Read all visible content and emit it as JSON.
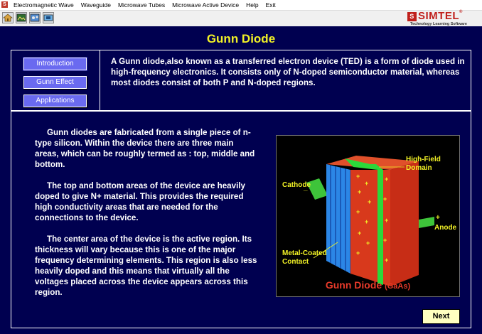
{
  "window": {
    "menu": [
      "Electromagnetic Wave",
      "Waveguide",
      "Microwave Tubes",
      "Microwave Active Device",
      "Help",
      "Exit"
    ]
  },
  "toolbar": {
    "icons": [
      "home-icon",
      "image-icon",
      "map-icon",
      "component-icon"
    ]
  },
  "brand": {
    "name": "SIMTEL",
    "registered": "®",
    "tagline": "Technology Learning Software",
    "color": "#c0201c"
  },
  "page": {
    "title": "Gunn Diode"
  },
  "nav": {
    "items": [
      "Introduction",
      "Gunn Effect",
      "Applications"
    ],
    "active": "Introduction"
  },
  "intro": {
    "text": "A Gunn diode,also known as a transferred electron device (TED) is a form of diode used in high-frequency electronics. It consists only of N-doped semiconductor material, whereas most diodes consist of both P and N-doped regions."
  },
  "body": {
    "paragraphs": [
      "Gunn diodes are fabricated from a single piece of n-type silicon. Within the device there are three main areas, which can be roughly termed as : top, middle and bottom.",
      "The top and bottom areas of the device are heavily doped to give N+ material. This provides the required high conductivity areas that are needed for the connections to the device.",
      "The center area of the device is the active region. Its thickness will vary because this is one of the major frequency determining elements. This region is also less heavily doped and this means that virtually all the voltages placed across the device appears across this region."
    ]
  },
  "figure": {
    "label_domain": "High-Field\nDomain",
    "label_cathode": "Cathode",
    "label_cathode_sign": "_",
    "label_anode_sign": "+",
    "label_anode": "Anode",
    "label_contact": "Metal-Coated\nContact",
    "caption": "Gunn Diode",
    "caption_material": "(GaAs)"
  },
  "buttons": {
    "next": "Next"
  },
  "colors": {
    "background": "#000050",
    "title": "#f2f226",
    "nav_button": "#6a6af0",
    "next_button": "#ffffc0",
    "caption": "#e83a2a"
  }
}
